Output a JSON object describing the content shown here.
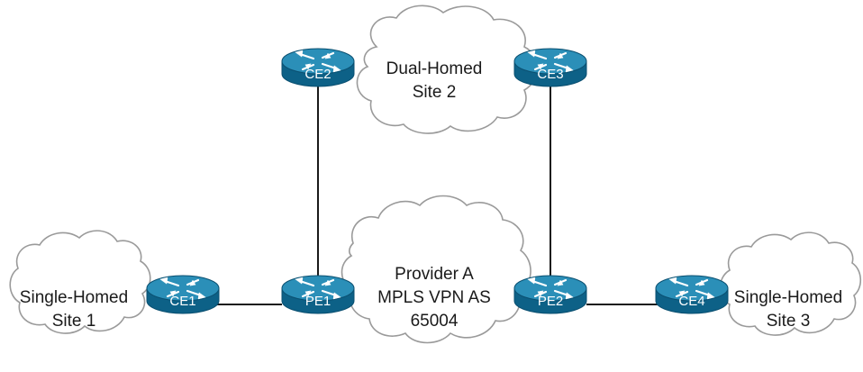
{
  "colors": {
    "router_top": "#2b8fb8",
    "router_side": "#0d6187",
    "router_edge": "#0a4f70",
    "cloud_stroke": "#9a9a9a",
    "link": "#1a1a1a"
  },
  "routers": {
    "ce1": "CE1",
    "ce2": "CE2",
    "ce3": "CE3",
    "ce4": "CE4",
    "pe1": "PE1",
    "pe2": "PE2"
  },
  "sites": {
    "site1": {
      "line1": "Single-Homed",
      "line2": "Site 1"
    },
    "site2": {
      "line1": "Dual-Homed",
      "line2": "Site 2"
    },
    "site3": {
      "line1": "Single-Homed",
      "line2": "Site 3"
    }
  },
  "provider": {
    "line1": "Provider A",
    "line2": "MPLS VPN AS",
    "line3": "65004"
  },
  "icon": "router-icon"
}
